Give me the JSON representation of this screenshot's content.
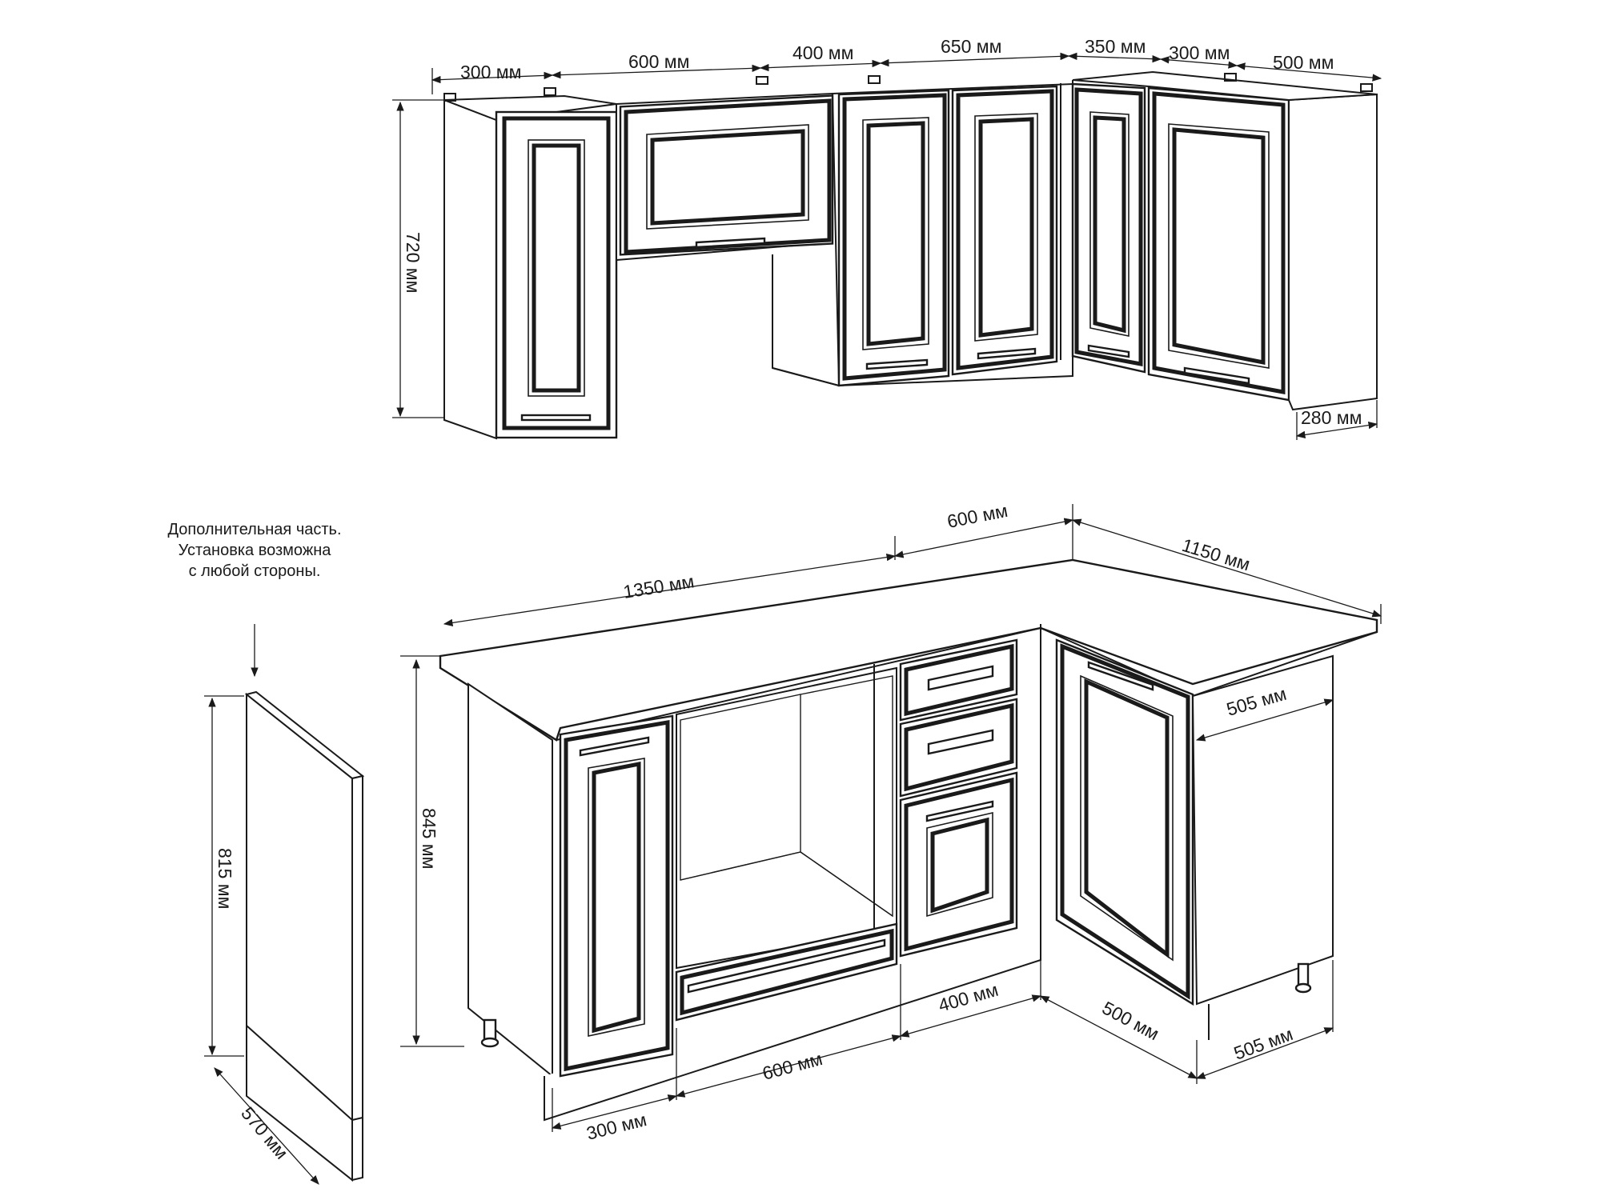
{
  "upper_cabinets": {
    "widths": [
      "300 мм",
      "600 мм",
      "400 мм",
      "650 мм",
      "350 мм",
      "300 мм",
      "500 мм"
    ],
    "height": "720 мм",
    "depth": "280 мм"
  },
  "base_cabinets": {
    "countertop_front_length": "1350 мм",
    "countertop_corner_width": "600 мм",
    "countertop_side_length": "1150 мм",
    "side_depth": "505 мм",
    "height": "845 мм",
    "module_widths": [
      "300 мм",
      "600 мм",
      "400 мм",
      "500 мм"
    ],
    "bottom_side_depth": "505 мм"
  },
  "extra_panel": {
    "note_lines": [
      "Дополнительная часть.",
      "Установка возможна",
      "с любой стороны."
    ],
    "height": "815 мм",
    "depth": "570 мм"
  }
}
